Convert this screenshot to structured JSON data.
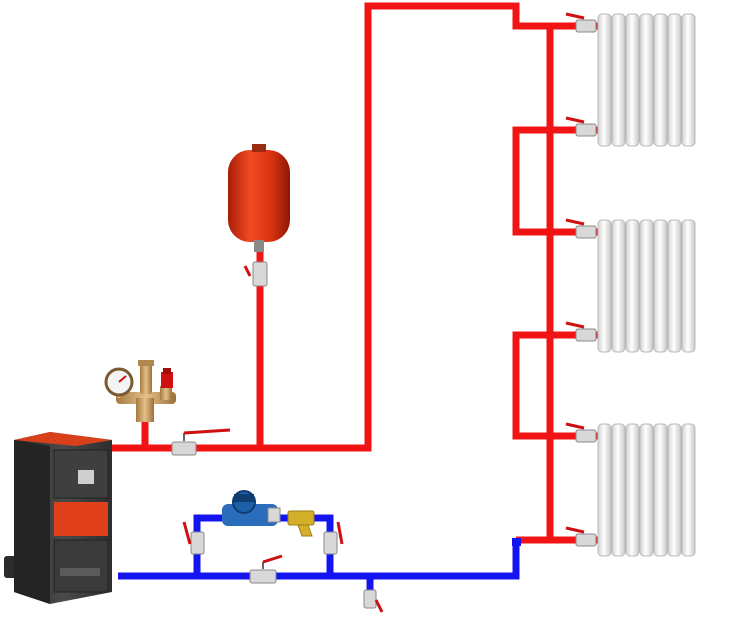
{
  "diagram": {
    "type": "heating-system-schematic",
    "colors": {
      "supply_pipe": "#f01414",
      "return_pipe": "#1414f0",
      "boiler_body": "#3a3a3a",
      "boiler_top": "#d8401c",
      "boiler_window": "#e0401c",
      "expansion_tank": "#e03010",
      "valve_handle": "#d01010",
      "brass": "#c9a066",
      "radiator": "#f2f2f2",
      "pump": "#1c5fa8",
      "strainer": "#d4b02a"
    },
    "components": [
      {
        "id": "boiler",
        "icon": "solid-fuel-boiler-icon"
      },
      {
        "id": "safety-group",
        "icon": "safety-group-icon",
        "parts": [
          "pressure-gauge-icon",
          "air-vent-icon",
          "safety-valve-icon"
        ]
      },
      {
        "id": "expansion-tank",
        "icon": "expansion-tank-icon"
      },
      {
        "id": "supply-ball-valve",
        "icon": "ball-valve-icon"
      },
      {
        "id": "tank-valve",
        "icon": "ball-valve-icon"
      },
      {
        "id": "circulation-pump",
        "icon": "circulation-pump-icon"
      },
      {
        "id": "strainer",
        "icon": "y-strainer-icon"
      },
      {
        "id": "bypass-valve",
        "icon": "ball-valve-icon"
      },
      {
        "id": "pump-inlet-valve",
        "icon": "ball-valve-icon"
      },
      {
        "id": "pump-outlet-valve",
        "icon": "ball-valve-icon"
      },
      {
        "id": "drain-valve",
        "icon": "drain-valve-icon"
      },
      {
        "id": "radiator-1",
        "icon": "radiator-icon",
        "sections": 7
      },
      {
        "id": "radiator-2",
        "icon": "radiator-icon",
        "sections": 7
      },
      {
        "id": "radiator-3",
        "icon": "radiator-icon",
        "sections": 7
      }
    ]
  }
}
